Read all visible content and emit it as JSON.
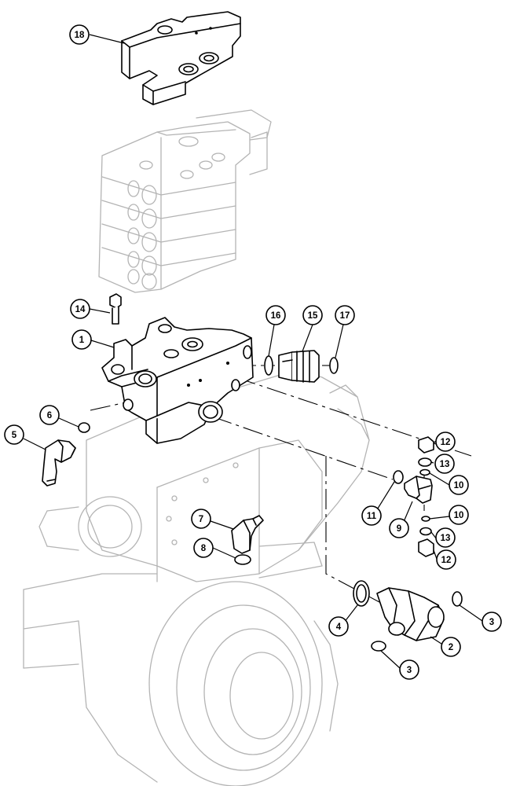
{
  "diagram": {
    "callouts": [
      {
        "id": "c18a",
        "label": "18"
      },
      {
        "id": "c14",
        "label": "14"
      },
      {
        "id": "c1",
        "label": "1"
      },
      {
        "id": "c16",
        "label": "16"
      },
      {
        "id": "c15",
        "label": "15"
      },
      {
        "id": "c17",
        "label": "17"
      },
      {
        "id": "c6",
        "label": "6"
      },
      {
        "id": "c5",
        "label": "5"
      },
      {
        "id": "c12a",
        "label": "12"
      },
      {
        "id": "c13a",
        "label": "13"
      },
      {
        "id": "c10a",
        "label": "10"
      },
      {
        "id": "c11",
        "label": "11"
      },
      {
        "id": "c9",
        "label": "9"
      },
      {
        "id": "c10b",
        "label": "10"
      },
      {
        "id": "c13b",
        "label": "13"
      },
      {
        "id": "c12b",
        "label": "12"
      },
      {
        "id": "c7",
        "label": "7"
      },
      {
        "id": "c8",
        "label": "8"
      },
      {
        "id": "c4",
        "label": "4"
      },
      {
        "id": "c3a",
        "label": "3"
      },
      {
        "id": "c2",
        "label": "2"
      },
      {
        "id": "c3b",
        "label": "3"
      }
    ]
  }
}
